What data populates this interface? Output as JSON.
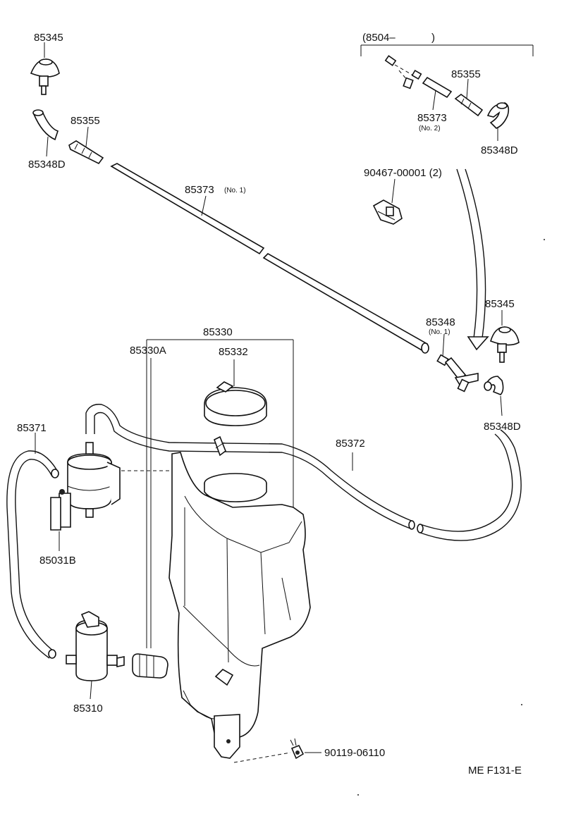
{
  "labels": {
    "p85345_top": "85345",
    "p85348d_top": "85348D",
    "p85355_left": "85355",
    "p85373_no1": "85373",
    "p85373_no1_sub": "(No. 1)",
    "bracket": "(8504–",
    "bracket_close": ")",
    "p85355_right": "85355",
    "p85373_no2": "85373",
    "p85373_no2_sub": "(No. 2)",
    "p85348d_right": "85348D",
    "clip": "90467-00001 (2)",
    "p85345_right": "85345",
    "p85348_no1": "85348",
    "p85348_no1_sub": "(No. 1)",
    "p85348d_lower": "85348D",
    "p85330": "85330",
    "p85330a": "85330A",
    "p85332": "85332",
    "p85371": "85371",
    "p85372": "85372",
    "p85031b": "85031B",
    "p85310": "85310",
    "bolt": "90119-06110",
    "code": "ME  F131-E"
  }
}
